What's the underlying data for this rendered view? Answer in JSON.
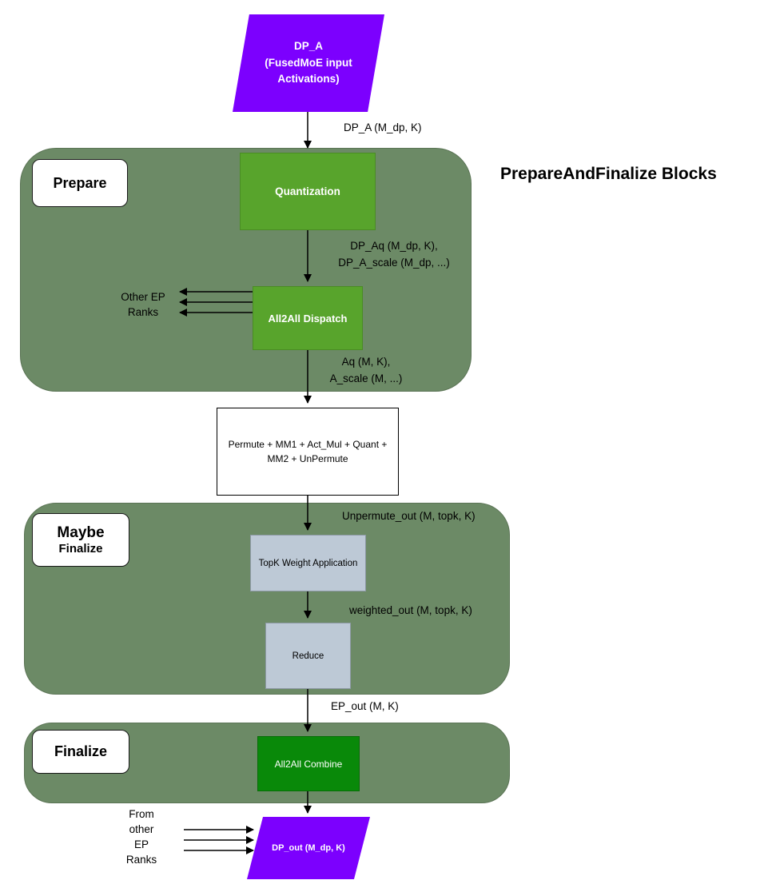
{
  "diagram_title": "PrepareAndFinalize Blocks",
  "colors": {
    "input_output_purple": "#7C00FE",
    "container_green": "#6C8A66",
    "process_green": "#58A42C",
    "combine_green": "#098909",
    "weight_blue": "#BDC9D6"
  },
  "nodes": {
    "input": "DP_A\n(FusedMoE input\nActivations)",
    "quantization": "Quantization",
    "all2all_dispatch": "All2All Dispatch",
    "experts": "Permute + MM1 + Act_Mul + Quant +\nMM2 + UnPermute",
    "topk_weight_application": "TopK Weight Application",
    "reduce": "Reduce",
    "all2all_combine": "All2All Combine",
    "output": "DP_out (M_dp, K)"
  },
  "containers": {
    "prepare": "Prepare",
    "maybe_finalize_line1": "Maybe",
    "maybe_finalize_line2": "Finalize",
    "finalize": "Finalize"
  },
  "edge_labels": {
    "input_to_quantization": "DP_A (M_dp, K)",
    "quantization_to_dispatch": "DP_Aq (M_dp, K),\nDP_A_scale (M_dp, ...)",
    "dispatch_to_experts": "Aq (M, K),\nA_scale (M, ...)",
    "experts_to_topk": "Unpermute_out (M, topk, K)",
    "topk_to_reduce": "weighted_out (M, topk, K)",
    "reduce_to_combine": "EP_out (M, K)",
    "other_ep_ranks_out": "Other EP\nRanks",
    "other_ep_ranks_in": "From\nother\nEP\nRanks"
  }
}
